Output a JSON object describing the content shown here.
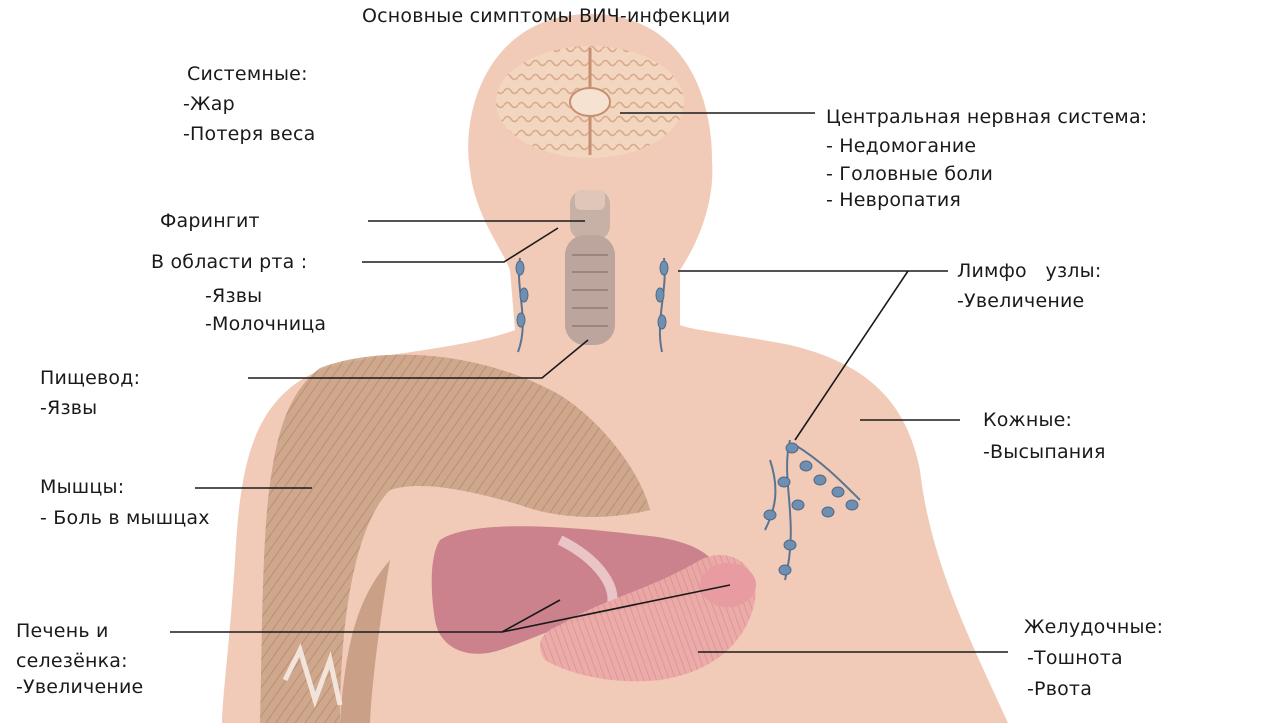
{
  "title": "Основные симптомы ВИЧ-инфекции",
  "groups": {
    "systemic": {
      "heading": "Системные:",
      "items": [
        "-Жар",
        "-Потеря веса"
      ]
    },
    "cns": {
      "heading": "Центральная нервная система:",
      "items": [
        "- Недомогание",
        "- Головные боли",
        "- Невропатия"
      ]
    },
    "pharyngitis": {
      "heading": "Фарингит"
    },
    "mouth": {
      "heading": "В области рта :",
      "items": [
        "-Язвы",
        "-Молочница"
      ]
    },
    "lymph": {
      "heading": "Лимфо   узлы:",
      "items": [
        "-Увеличение"
      ]
    },
    "esophagus": {
      "heading": "Пищевод:",
      "items": [
        "-Язвы"
      ]
    },
    "skin": {
      "heading": "Кожные:",
      "items": [
        "-Высыпания"
      ]
    },
    "muscles": {
      "heading": "Мышцы:",
      "items": [
        "- Боль в мышцах"
      ]
    },
    "liver": {
      "heading": "Печень и",
      "heading2": "селезёнка:",
      "items": [
        "-Увеличение"
      ]
    },
    "gastric": {
      "heading": "Желудочные:",
      "items": [
        "-Тошнота",
        "-Рвота"
      ]
    }
  },
  "colors": {
    "skin": "#f1cbb8",
    "brain": "#f0d2b8",
    "muscle": "#c9a184",
    "liver": "#c77a87",
    "stomach": "#e8a3a3",
    "lymph": "#6e8fb1",
    "line": "#1a1a1a"
  }
}
